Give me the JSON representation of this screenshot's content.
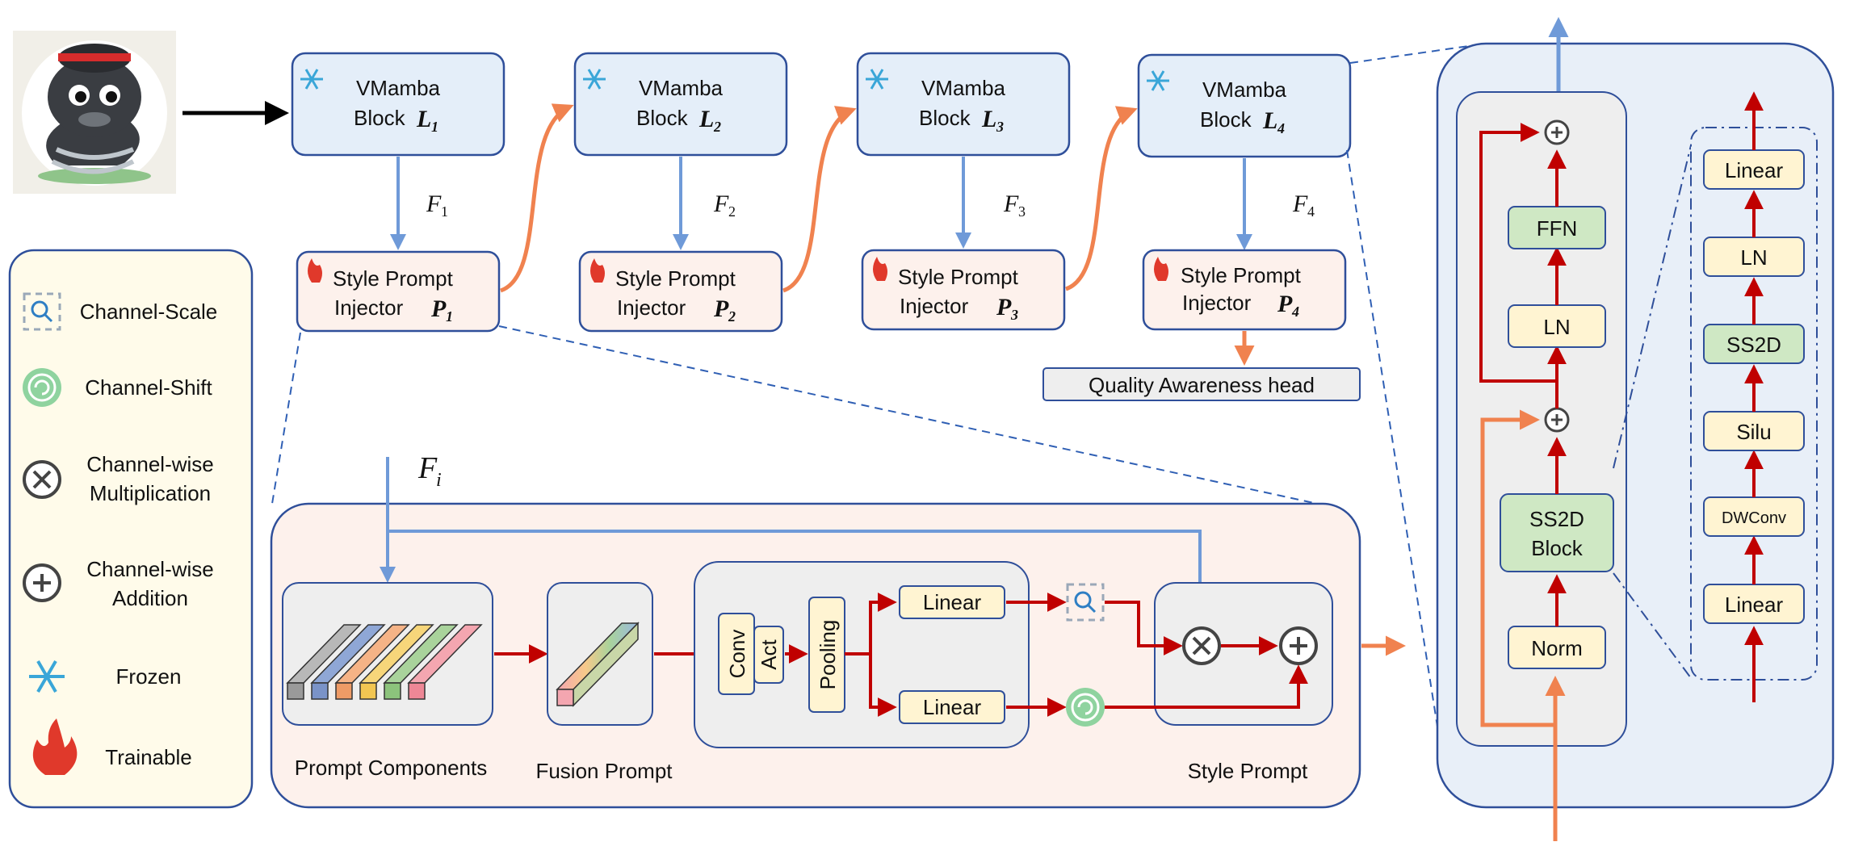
{
  "colors": {
    "blue_fill": "#e4eef9",
    "blue_stroke": "#2f4f9a",
    "blue_arrow": "#6f9ad8",
    "orange_arrow": "#f0824f",
    "red_arrow": "#c00000",
    "cream_fill": "#fff8e1",
    "legend_fill": "#fffbea",
    "peach_fill": "#fdf1ec",
    "green_fill": "#cfe8c4",
    "gray_fill": "#eeeeee",
    "ss2d_panel": "#e8eff8"
  },
  "legend": {
    "items": [
      {
        "icon": "magnifier-icon",
        "label": "Channel-Scale"
      },
      {
        "icon": "swirl-icon",
        "label": "Channel-Shift"
      },
      {
        "icon": "multiply-icon",
        "label": "Channel-wise\nMultiplication"
      },
      {
        "icon": "plus-icon",
        "label": "Channel-wise\nAddition"
      },
      {
        "icon": "snowflake-icon",
        "label": "Frozen"
      },
      {
        "icon": "flame-icon",
        "label": "Trainable"
      }
    ]
  },
  "blocks": [
    {
      "line1": "VMamba",
      "line2": "Block",
      "sym": "L",
      "sub": "1",
      "feat": "F",
      "feat_sub": "1"
    },
    {
      "line1": "VMamba",
      "line2": "Block",
      "sym": "L",
      "sub": "2",
      "feat": "F",
      "feat_sub": "2"
    },
    {
      "line1": "VMamba",
      "line2": "Block",
      "sym": "L",
      "sub": "3",
      "feat": "F",
      "feat_sub": "3"
    },
    {
      "line1": "VMamba",
      "line2": "Block",
      "sym": "L",
      "sub": "4",
      "feat": "F",
      "feat_sub": "4"
    }
  ],
  "injectors": [
    {
      "line1": "Style Prompt",
      "line2": "Injector",
      "sym": "P",
      "sub": "1"
    },
    {
      "line1": "Style Prompt",
      "line2": "Injector",
      "sym": "P",
      "sub": "2"
    },
    {
      "line1": "Style Prompt",
      "line2": "Injector",
      "sym": "P",
      "sub": "3"
    },
    {
      "line1": "Style Prompt",
      "line2": "Injector",
      "sym": "P",
      "sub": "4"
    }
  ],
  "quality_head": "Quality Awareness head",
  "detail": {
    "input_symbol": "F",
    "input_sub": "i",
    "prompt_components": "Prompt Components",
    "fusion_prompt": "Fusion Prompt",
    "style_prompt": "Style Prompt",
    "conv": "Conv",
    "act": "Act",
    "pooling": "Pooling",
    "linear_top": "Linear",
    "linear_bottom": "Linear"
  },
  "vmamba_detail": {
    "ffn": "FFN",
    "ln": "LN",
    "ss2d_block_line1": "SS2D",
    "ss2d_block_line2": "Block",
    "norm": "Norm"
  },
  "ss2d_detail": {
    "layers": [
      "Linear",
      "LN",
      "SS2D",
      "Silu",
      "DWConv",
      "Linear"
    ]
  }
}
